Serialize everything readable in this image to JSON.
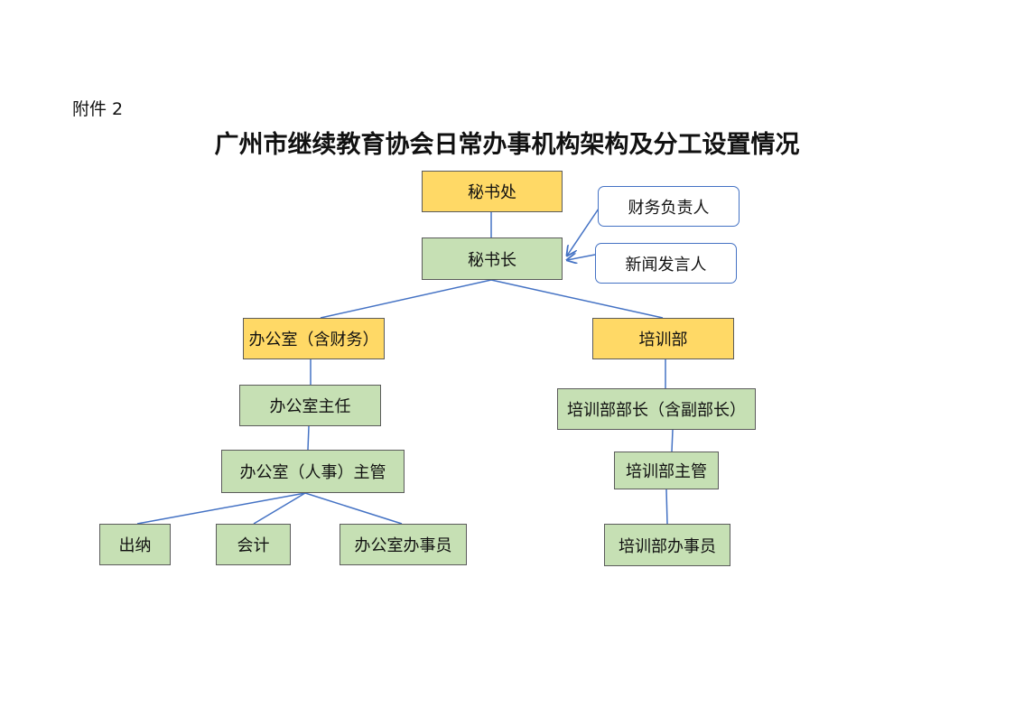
{
  "attachment_label": "附件 2",
  "title": "广州市继续教育协会日常办事机构架构及分工设置情况",
  "nodes": {
    "secretariat": "秘书处",
    "secretary_general": "秘书长",
    "finance_lead": "财务负责人",
    "spokesperson": "新闻发言人",
    "office": "办公室（含财务）",
    "training_dept": "培训部",
    "office_director": "办公室主任",
    "training_head": "培训部部长（含副部长）",
    "office_hr_supervisor": "办公室（人事）主管",
    "training_supervisor": "培训部主管",
    "cashier": "出纳",
    "accountant": "会计",
    "office_clerk": "办公室办事员",
    "training_clerk": "培训部办事员"
  },
  "colors": {
    "green_fill": "#c6e0b4",
    "yellow_fill": "#ffd966",
    "line": "#4472c4"
  }
}
